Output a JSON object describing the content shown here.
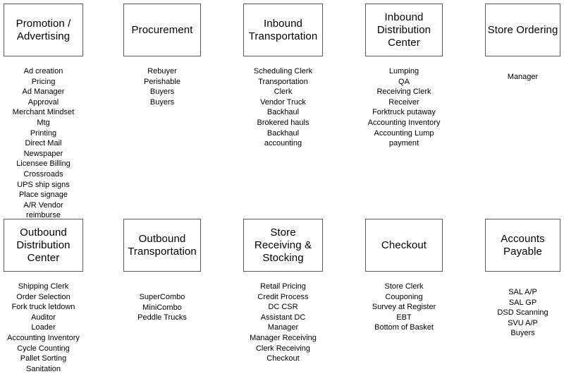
{
  "diagram": {
    "type": "process-function-matrix",
    "background_color": "#ffffff",
    "box_border_color": "#5a5a5a",
    "text_color": "#000000",
    "rows": [
      {
        "name": "top-row",
        "nodes": [
          {
            "title": "Promotion /\nAdvertising",
            "roles": [
              "Ad creation",
              "Pricing",
              "Ad Manager",
              "Approval",
              "Merchant Mindset",
              "Mtg",
              "Printing",
              "Direct Mail",
              "Newspaper",
              "Licensee Billing",
              "Crossroads",
              "UPS ship signs",
              "Place signage",
              "A/R Vendor",
              "reimburse"
            ]
          },
          {
            "title": "Procurement",
            "roles": [
              "Rebuyer",
              "Perishable",
              "Buyers",
              "Buyers"
            ]
          },
          {
            "title": "Inbound\nTransportation",
            "roles": [
              "Scheduling Clerk",
              "Transportation",
              "Clerk",
              "Vendor Truck",
              "Backhaul",
              "Brokered hauls",
              "Backhaul",
              "accounting"
            ]
          },
          {
            "title": "Inbound\nDistribution\nCenter",
            "roles": [
              "Lumping",
              "QA",
              "Receiving Clerk",
              "Receiver",
              "Forktruck putaway",
              "Accounting Inventory",
              "Accounting Lump",
              "payment"
            ]
          },
          {
            "title": "Store Ordering",
            "roles": [
              "Manager"
            ]
          }
        ]
      },
      {
        "name": "bottom-row",
        "nodes": [
          {
            "title": "Outbound\nDistribution\nCenter",
            "roles": [
              "Shipping Clerk",
              "Order Selection",
              "Fork truck letdown",
              "Auditor",
              "Loader",
              "Accounting Inventory",
              "Cycle Counting",
              "Pallet Sorting",
              "Sanitation"
            ]
          },
          {
            "title": "Outbound\nTransportation",
            "roles": [
              "SuperCombo",
              "MiniCombo",
              "Peddle Trucks"
            ]
          },
          {
            "title": "Store\nReceiving &\nStocking",
            "roles": [
              "Retail Pricing",
              "Credit Process",
              "DC CSR",
              "Assistant DC",
              "Manager",
              "Manager Receiving",
              "Clerk Receiving",
              "Checkout"
            ]
          },
          {
            "title": "Checkout",
            "roles": [
              "Store Clerk",
              "Couponing",
              "Survey at Register",
              "EBT",
              "Bottom of Basket"
            ]
          },
          {
            "title": "Accounts\nPayable",
            "roles": [
              "SAL A/P",
              "SAL GP",
              "DSD Scanning",
              "SVU A/P",
              "Buyers"
            ]
          }
        ]
      }
    ]
  }
}
